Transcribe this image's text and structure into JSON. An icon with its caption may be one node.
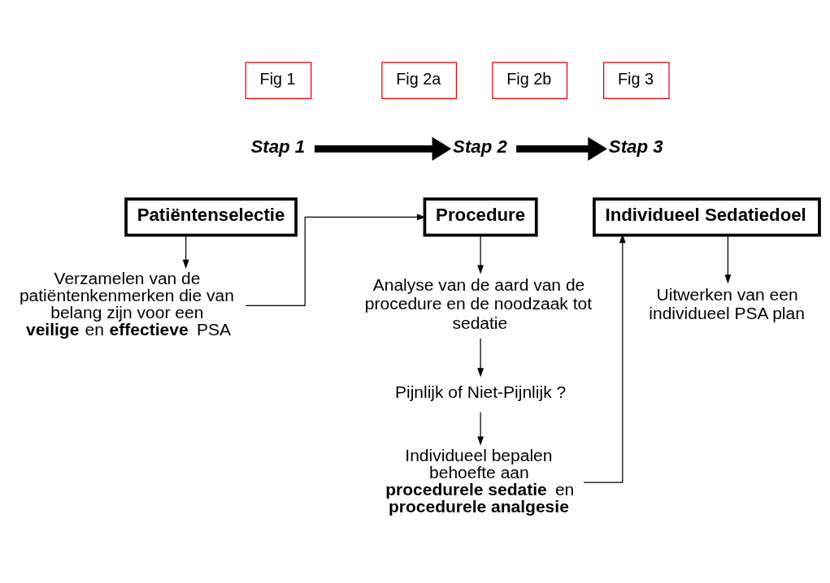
{
  "diagram": {
    "nodes": [
      {
        "text": [
          "Fig 1"
        ]
      },
      {
        "text": [
          "Fig 2a"
        ]
      },
      {
        "text": [
          "Fig 2b"
        ]
      },
      {
        "text": [
          "Fig 3"
        ]
      },
      {
        "text": [
          "Stap 1"
        ]
      },
      {
        "text": [
          "Stap 2"
        ]
      },
      {
        "text": [
          "Stap 3"
        ]
      },
      {
        "text": [
          "Patiëntenselectie"
        ]
      },
      {
        "text": [
          "Verzamelen van de patiëntenkenmerken die van belang zijn voor een **veilige** en **effectieve** PSA"
        ]
      },
      {
        "text": [
          "Procedure"
        ]
      },
      {
        "text": [
          "Analyse van de aard van de procedure en de noodzaak tot sedatie"
        ]
      },
      {
        "text": [
          "Pijnlijk of Niet-Pijnlijk ?"
        ]
      },
      {
        "text": [
          "Individueel bepalen behoefte aan **procedurele sedatie** en **procedurele analgesie**"
        ]
      },
      {
        "text": [
          "Individueel Sedatiedoel"
        ]
      },
      {
        "text": [
          "Uitwerken van een individueel PSA plan"
        ]
      }
    ],
    "edges": [
      {
        "from": 4,
        "to": 5,
        "arrow": "to",
        "style": "thick"
      },
      {
        "from": 5,
        "to": 6,
        "arrow": "to",
        "style": "thick"
      },
      {
        "from": 7,
        "to": 8,
        "arrow": "to"
      },
      {
        "from": 8,
        "to": 9,
        "arrow": "to"
      },
      {
        "from": 9,
        "to": 10,
        "arrow": "to"
      },
      {
        "from": 10,
        "to": 11,
        "arrow": "to"
      },
      {
        "from": 11,
        "to": 12,
        "arrow": "to"
      },
      {
        "from": 12,
        "to": 13,
        "arrow": "to"
      },
      {
        "from": 13,
        "to": 14,
        "arrow": "to"
      }
    ]
  }
}
